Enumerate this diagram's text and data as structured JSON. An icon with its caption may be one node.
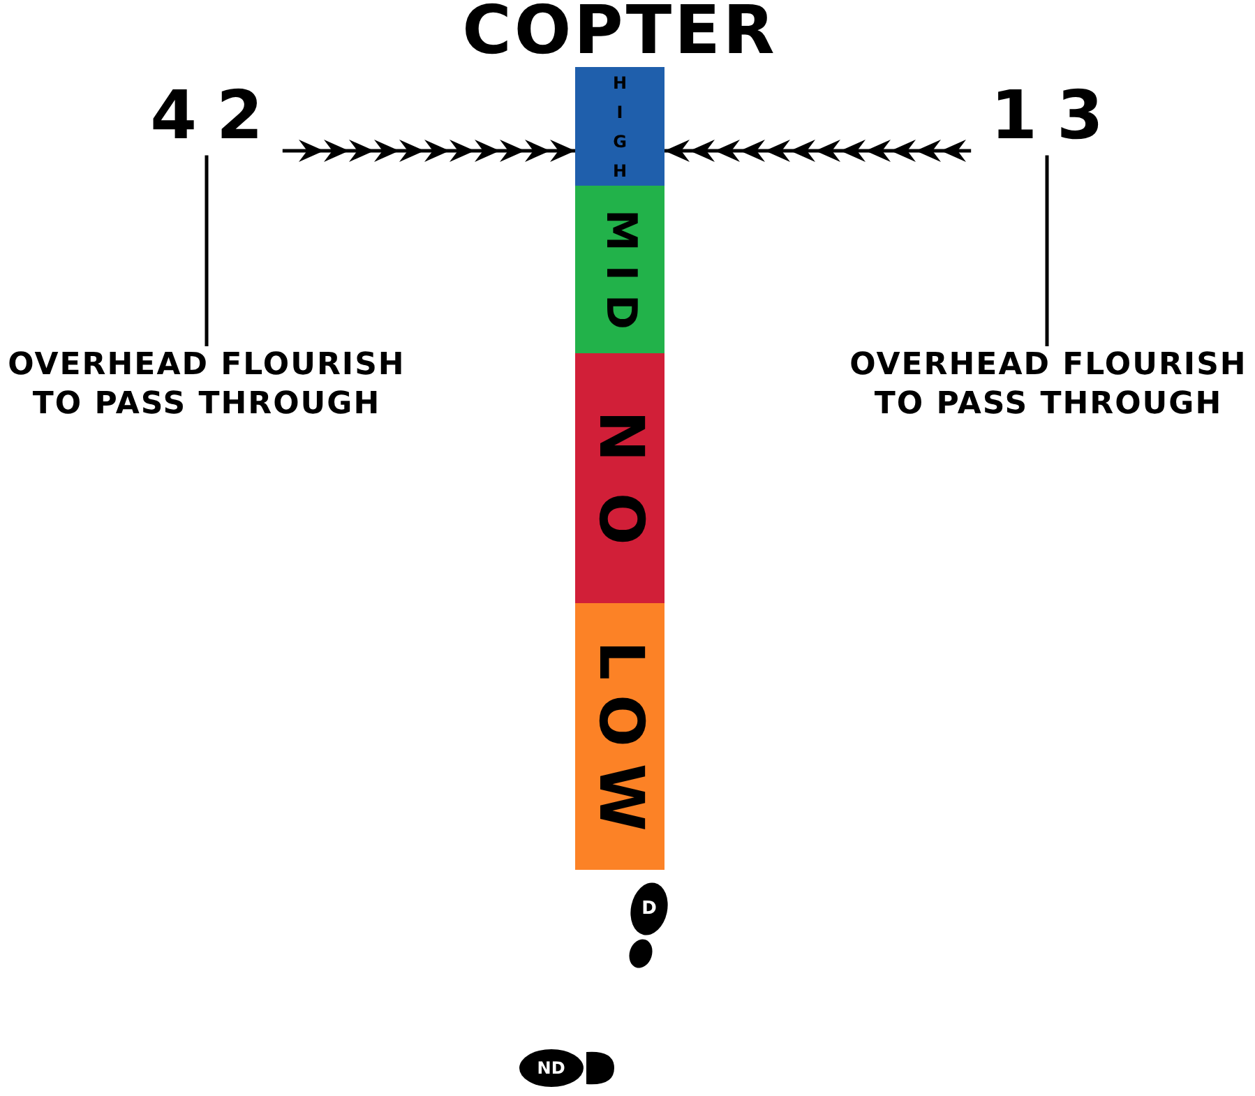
{
  "diagram": {
    "title": "COPTER",
    "nodes": [
      {
        "text": [
          "HIGH"
        ]
      },
      {
        "text": [
          "MID"
        ]
      },
      {
        "text": [
          "NO"
        ]
      },
      {
        "text": [
          "LOW"
        ]
      },
      {
        "text": [
          "42"
        ]
      },
      {
        "text": [
          "13"
        ]
      },
      {
        "text": [
          "OVERHEAD FLOURISH TO PASS THROUGH"
        ]
      },
      {
        "text": [
          "OVERHEAD FLOURISH TO PASS THROUGH"
        ]
      },
      {
        "text": [
          "D"
        ]
      },
      {
        "text": [
          "ND"
        ]
      }
    ],
    "edges": [
      {
        "from": 4,
        "to": 0,
        "arrow": "to"
      },
      {
        "from": 5,
        "to": 0,
        "arrow": "to"
      },
      {
        "from": 4,
        "to": 6,
        "arrow": "none"
      },
      {
        "from": 5,
        "to": 7,
        "arrow": "none"
      }
    ]
  }
}
